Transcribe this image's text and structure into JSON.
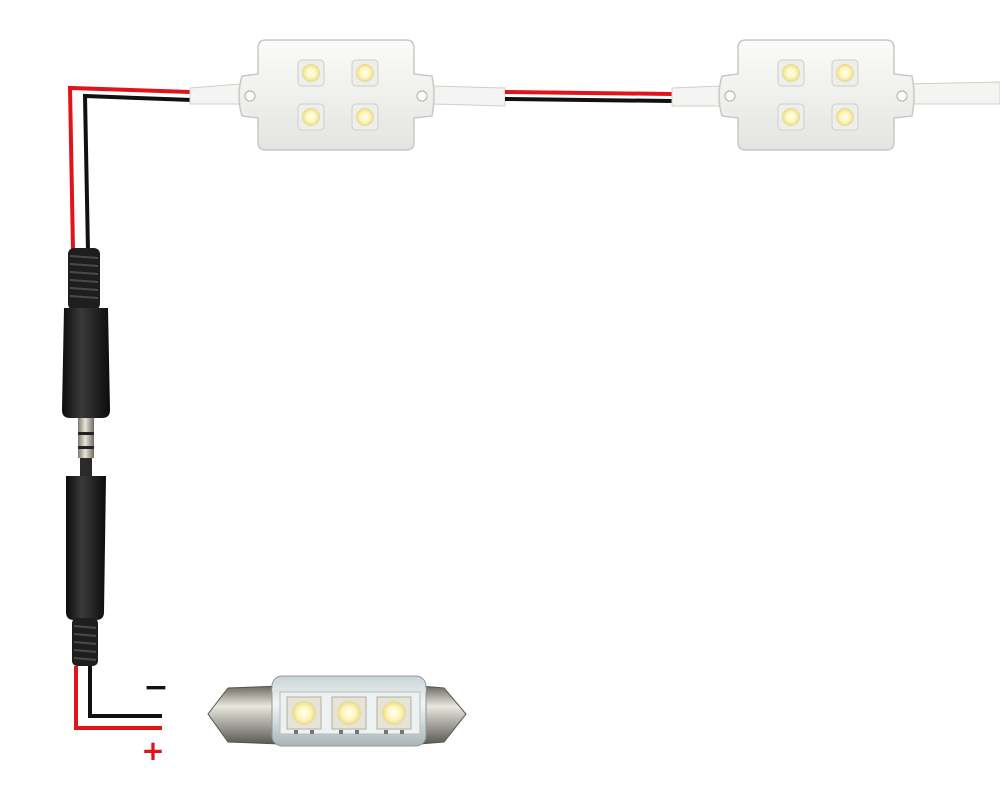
{
  "diagram": {
    "polarity": {
      "negative_label": "−",
      "positive_label": "+"
    },
    "components": [
      {
        "id": "led-module-1",
        "kind": "4-LED SMD module",
        "led_count": 4
      },
      {
        "id": "led-module-2",
        "kind": "4-LED SMD module",
        "led_count": 4
      },
      {
        "id": "audio-jack-plug",
        "kind": "3.5mm jack connector pair"
      },
      {
        "id": "festoon-bulb",
        "kind": "festoon LED bulb",
        "led_count": 3
      }
    ],
    "colors": {
      "positive_wire": "#e0141b",
      "negative_wire": "#111111",
      "module_body": "#f3f3f1",
      "led_glow": "#fff6b8",
      "plug_body": "#1a1a1a",
      "polarity_negative": "#111111",
      "polarity_positive": "#e0141b"
    }
  }
}
